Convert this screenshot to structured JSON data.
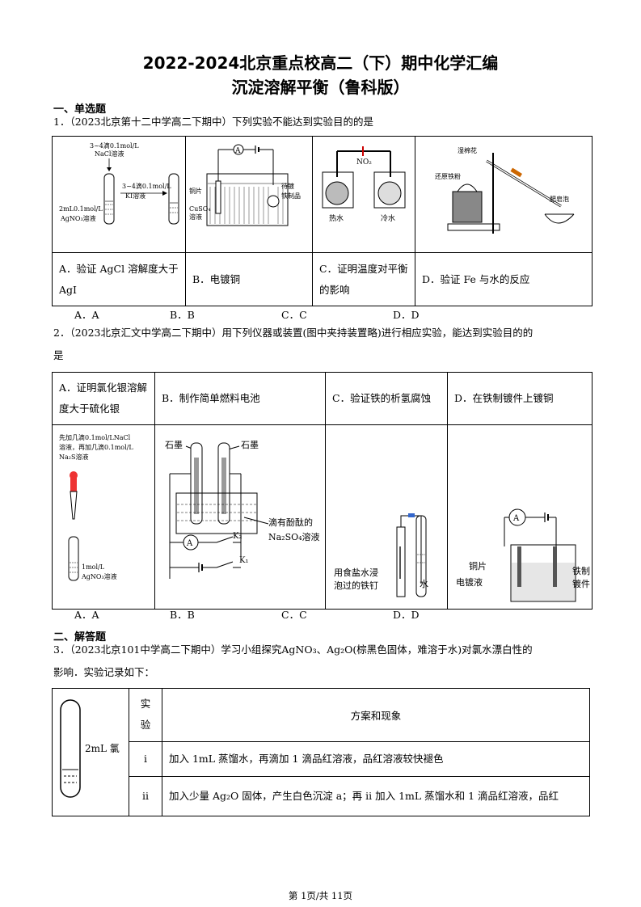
{
  "header": {
    "title_line1": "2022-2024北京重点校高二（下）期中化学汇编",
    "title_line2": "沉淀溶解平衡（鲁科版）"
  },
  "section1": {
    "heading": "一、单选题"
  },
  "q1": {
    "stem": "1．（2023北京第十二中学高二下期中）下列实验不能达到实验目的的是",
    "figA": {
      "top_reagent": "3~4滴0.1mol/L",
      "top_reagent2": "NaCl溶液",
      "right_reagent": "3~4滴0.1mol/L",
      "right_reagent2": "KI溶液",
      "bottom_left": "2mL0.1mol/L",
      "bottom_left2": "AgNO₃溶液"
    },
    "figB": {
      "meter": "A",
      "label_left1": "铜片",
      "label_left2": "CuSO₄",
      "label_left3": "溶液",
      "label_right1": "待镀",
      "label_right2": "铁制品"
    },
    "figC": {
      "gas": "NO₂",
      "left": "热水",
      "right": "冷水"
    },
    "figD": {
      "label1": "湿棉花",
      "label2": "还原铁粉",
      "label3": "肥皂泡"
    },
    "cells": [
      "A．验证 AgCl 溶解度大于 AgI",
      "B．电镀铜",
      "C．证明温度对平衡的影响",
      "D．验证 Fe 与水的反应"
    ],
    "choices": [
      "A．A",
      "B．B",
      "C．C",
      "D．D"
    ]
  },
  "q2": {
    "stem_line1": "2．（2023北京汇文中学高二下期中）用下列仪器或装置(图中夹持装置略)进行相应实验，能达到实验目的的",
    "stem_line2": "是",
    "headers": [
      "A．证明氯化银溶解度大于硫化银",
      "B．制作简单燃料电池",
      "C．验证铁的析氢腐蚀",
      "D．在铁制镀件上镀铜"
    ],
    "figA": {
      "note1": "先加几滴0.1mol/LNaCl",
      "note2": "溶液，再加几滴0.1mol/L",
      "note3": "Na₂S溶液",
      "tube1": "1mol/L",
      "tube2": "AgNO₃溶液"
    },
    "figB": {
      "left": "石墨",
      "right": "石墨",
      "sol1": "滴有酚酞的",
      "sol2": "Na₂SO₄溶液",
      "meter": "A",
      "k2": "K₂",
      "k1": "K₁"
    },
    "figC": {
      "label1": "用食盐水浸",
      "label2": "泡过的铁钉",
      "water": "水"
    },
    "figD": {
      "meter": "A",
      "cu": "铜片",
      "sol": "电镀液",
      "fe1": "铁制",
      "fe2": "镀件"
    },
    "choices": [
      "A．A",
      "B．B",
      "C．C",
      "D．D"
    ]
  },
  "section2": {
    "heading": "二、解答题"
  },
  "q3": {
    "stem_line1": "3．（2023北京101中学高二下期中）学习小组探究AgNO₃、Ag₂O(棕黑色固体，难溶于水)对氯水漂白性的",
    "stem_line2": "影响．实验记录如下：",
    "tube_label": "2mL 氯",
    "col_exp1": "实",
    "col_exp2": "验",
    "col_plan": "方案和现象",
    "rows": [
      {
        "id": "i",
        "text": "加入 1mL 蒸馏水，再滴加 1 滴品红溶液，品红溶液较快褪色"
      },
      {
        "id": "ii",
        "text": "加入少量 Ag₂O 固体，产生白色沉淀 a；再 ii 加入 1mL 蒸馏水和 1 滴品红溶液，品红"
      }
    ]
  },
  "footer": {
    "page": "第 1页/共 11页"
  }
}
